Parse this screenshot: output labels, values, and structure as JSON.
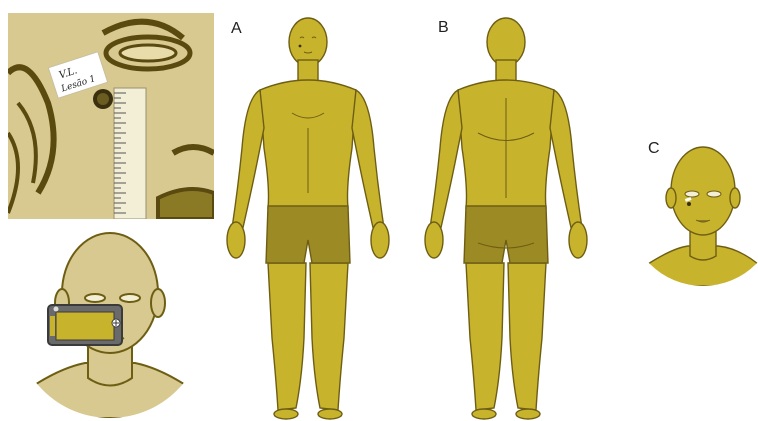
{
  "panels": {
    "front_label": "A",
    "back_label": "B",
    "head_label": "C"
  },
  "closeup": {
    "tag_line1": "V.L.",
    "tag_line2": "Lesão 1"
  },
  "colors": {
    "skin": "#c8b32c",
    "skin_outline": "#6e5e14",
    "shorts": "#9c8a25",
    "closeup_bg": "#d7c98f",
    "ruler": "#f3efd6"
  },
  "icons": [
    "camera-tablet-icon",
    "ruler-icon"
  ]
}
